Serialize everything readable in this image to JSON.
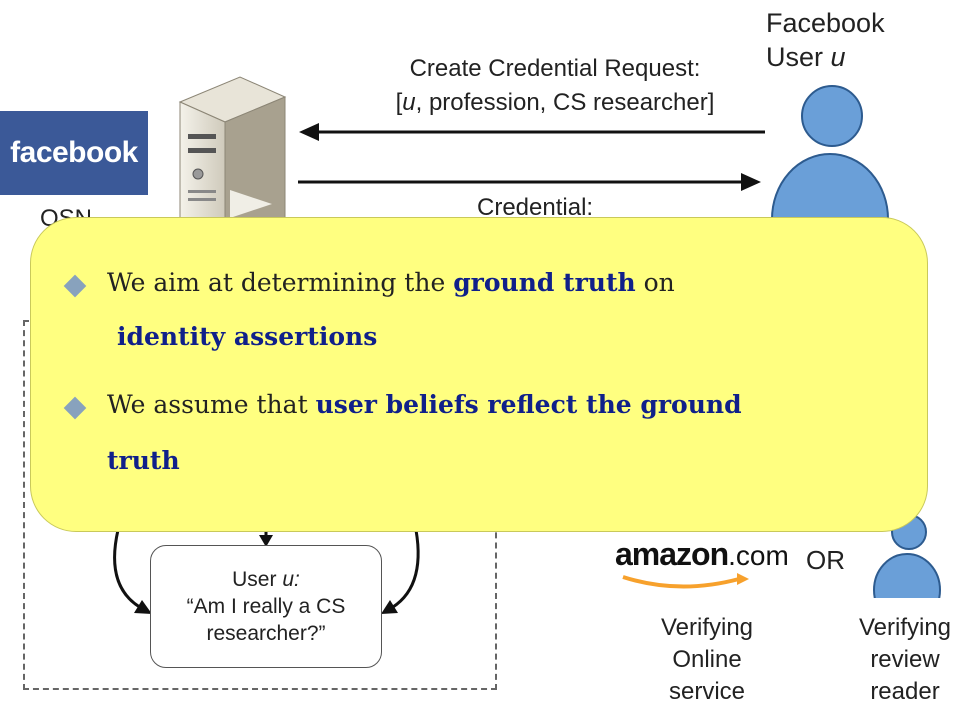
{
  "facebook_logo": "facebook",
  "fb_user": {
    "line1": "Facebook",
    "line2_prefix": "User ",
    "line2_var": "u"
  },
  "request": {
    "line1": "Create Credential Request:",
    "line2_pre": "[",
    "line2_var": "u",
    "line2_post": ", profession, CS researcher]"
  },
  "credential_label": "Credential:",
  "osn_label": "OSN",
  "user_box": {
    "line1_prefix": "User ",
    "line1_var": "u:",
    "line2": "“Am I really a CS",
    "line3": "researcher?”"
  },
  "amazon": {
    "word": "amazon",
    "dot_com": ".com"
  },
  "or_label": "OR",
  "verifier1": {
    "line1": "Verifying",
    "line2": "Online",
    "line3": "service"
  },
  "verifier2": {
    "line1": "Verifying",
    "line2": "review",
    "line3": "reader"
  },
  "callout": {
    "b1_plain": "We aim at determining the",
    "b1_hl1": "ground truth",
    "b1_plain2": "on",
    "b1_hl2": "identity assertions",
    "b2_plain": "We assume that",
    "b2_hl1": "user beliefs reflect the ground",
    "b2_hl2": "truth"
  },
  "colors": {
    "facebook_blue": "#3b5998",
    "callout_yellow": "#ffff80",
    "highlight_text": "#10208a",
    "person_blue": "#6a9fd8",
    "amazon_orange": "#f7a12c"
  }
}
